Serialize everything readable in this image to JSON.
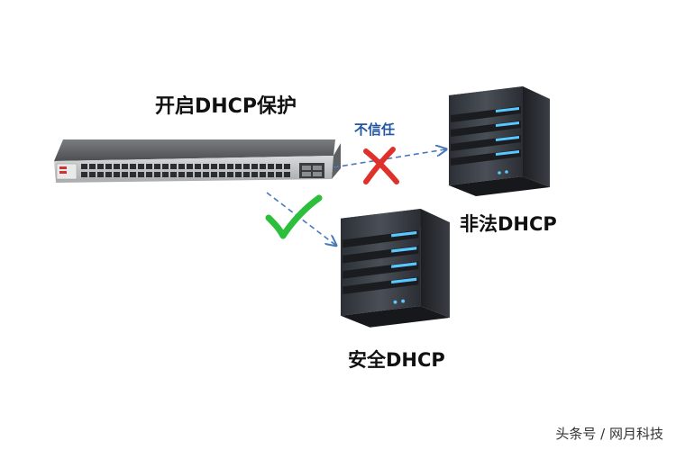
{
  "diagram": {
    "title": "开启DHCP保护",
    "untrusted_label": "不信任",
    "illegal_server_label": "非法DHCP",
    "safe_server_label": "安全DHCP",
    "watermark": "头条号 / 网月科技"
  },
  "icons": {
    "switch": "network-switch-icon",
    "server": "server-tower-icon",
    "cross": "red-cross-icon",
    "check": "green-check-icon"
  },
  "colors": {
    "link": "#4a79b8",
    "cross": "#e0302b",
    "check": "#2bbf3b",
    "untrusted_text": "#2255a4"
  }
}
